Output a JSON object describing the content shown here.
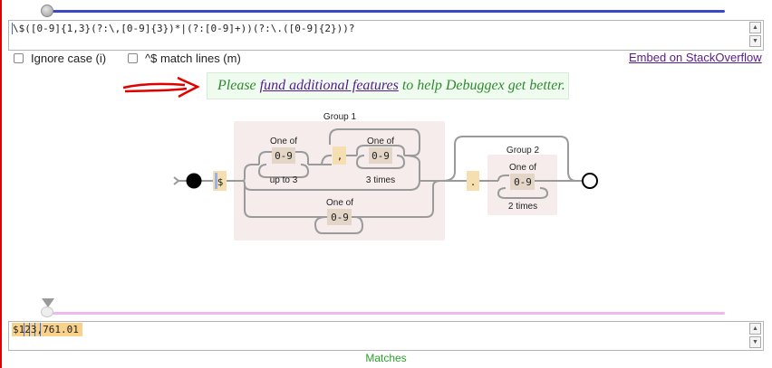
{
  "regex": {
    "pattern": "\\$([0-9]{1,3}(?:\\,[0-9]{3})*|(?:[0-9]+))(?:\\.([0-9]{2}))?"
  },
  "options": {
    "ignore_case": {
      "label": "Ignore case (i)",
      "checked": false
    },
    "multiline": {
      "label": "^$ match lines (m)",
      "checked": false
    }
  },
  "embed_link": "Embed on StackOverflow",
  "fund_banner": {
    "before": "Please ",
    "link": "fund additional features",
    "after": " to help Debuggex get better."
  },
  "diagram": {
    "group1_label": "Group 1",
    "group2_label": "Group 2",
    "dollar_literal": "$",
    "one_of_upto3": {
      "label": "One of",
      "range": "0-9",
      "repeat": "up to 3"
    },
    "comma_literal": ",",
    "one_of_3times": {
      "label": "One of",
      "range": "0-9",
      "repeat": "3 times"
    },
    "one_of_plus": {
      "label": "One of",
      "range": "0-9"
    },
    "dot_literal": ".",
    "one_of_2times": {
      "label": "One of",
      "range": "0-9",
      "repeat": "2 times"
    }
  },
  "test_string": {
    "value": "$123,761.01"
  },
  "matches_label": "Matches",
  "colors": {
    "top_slider": "#3c46c8",
    "bottom_slider": "#f0b8ec",
    "group_bg": "#f6ecec",
    "literal_bg": "#f5deb0",
    "charclass_bg": "#e4d6c6",
    "match_highlight": "#f8d28a",
    "fund_text": "#2f8a2f",
    "link": "#551a8b"
  }
}
